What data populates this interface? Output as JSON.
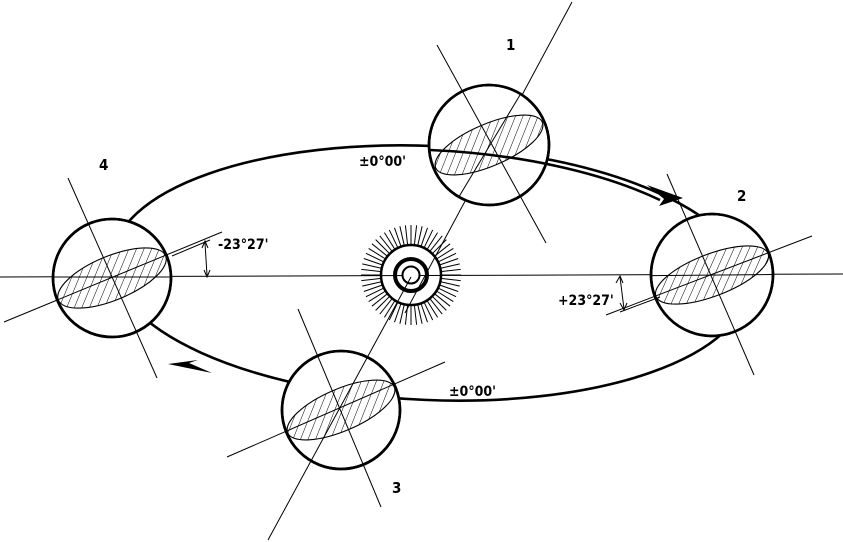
{
  "labels": {
    "pos1": "1",
    "pos2": "2",
    "pos3": "3",
    "pos4": "4"
  },
  "angles": {
    "pos1": "±0°00'",
    "pos2": "+23°27'",
    "pos3": "±0°00'",
    "pos4": "-23°27'"
  },
  "icons": {
    "sun": "sun-icon",
    "earth": "earth-globe-icon",
    "arrow": "orbit-direction-arrow-icon"
  },
  "colors": {
    "ink": "#000000",
    "background": "#ffffff"
  }
}
